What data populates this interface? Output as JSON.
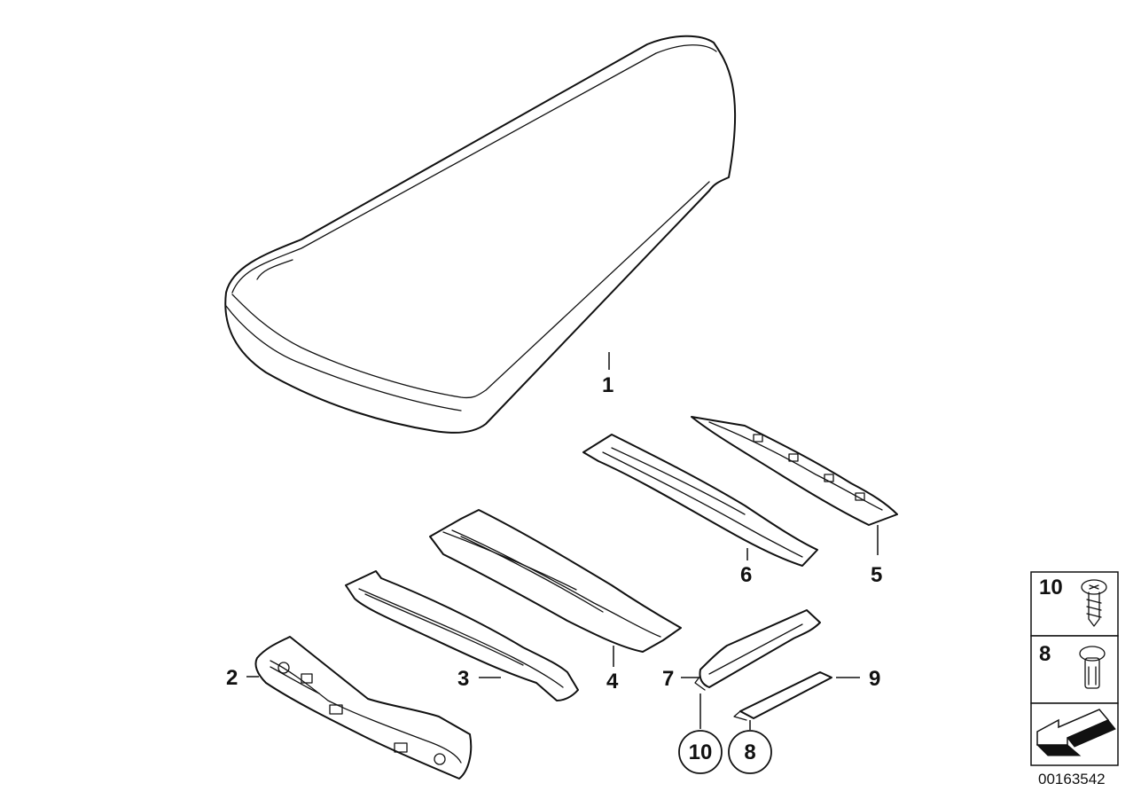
{
  "diagram": {
    "labels": {
      "p1": "1",
      "p2": "2",
      "p3": "3",
      "p4": "4",
      "p5": "5",
      "p6": "6",
      "p7": "7",
      "p8": "8",
      "p9": "9",
      "c10": "10",
      "c8": "8"
    },
    "legend": {
      "item1": "10",
      "item2": "8",
      "item3_icon": "arrow-icon"
    },
    "image_code": "00163542"
  }
}
